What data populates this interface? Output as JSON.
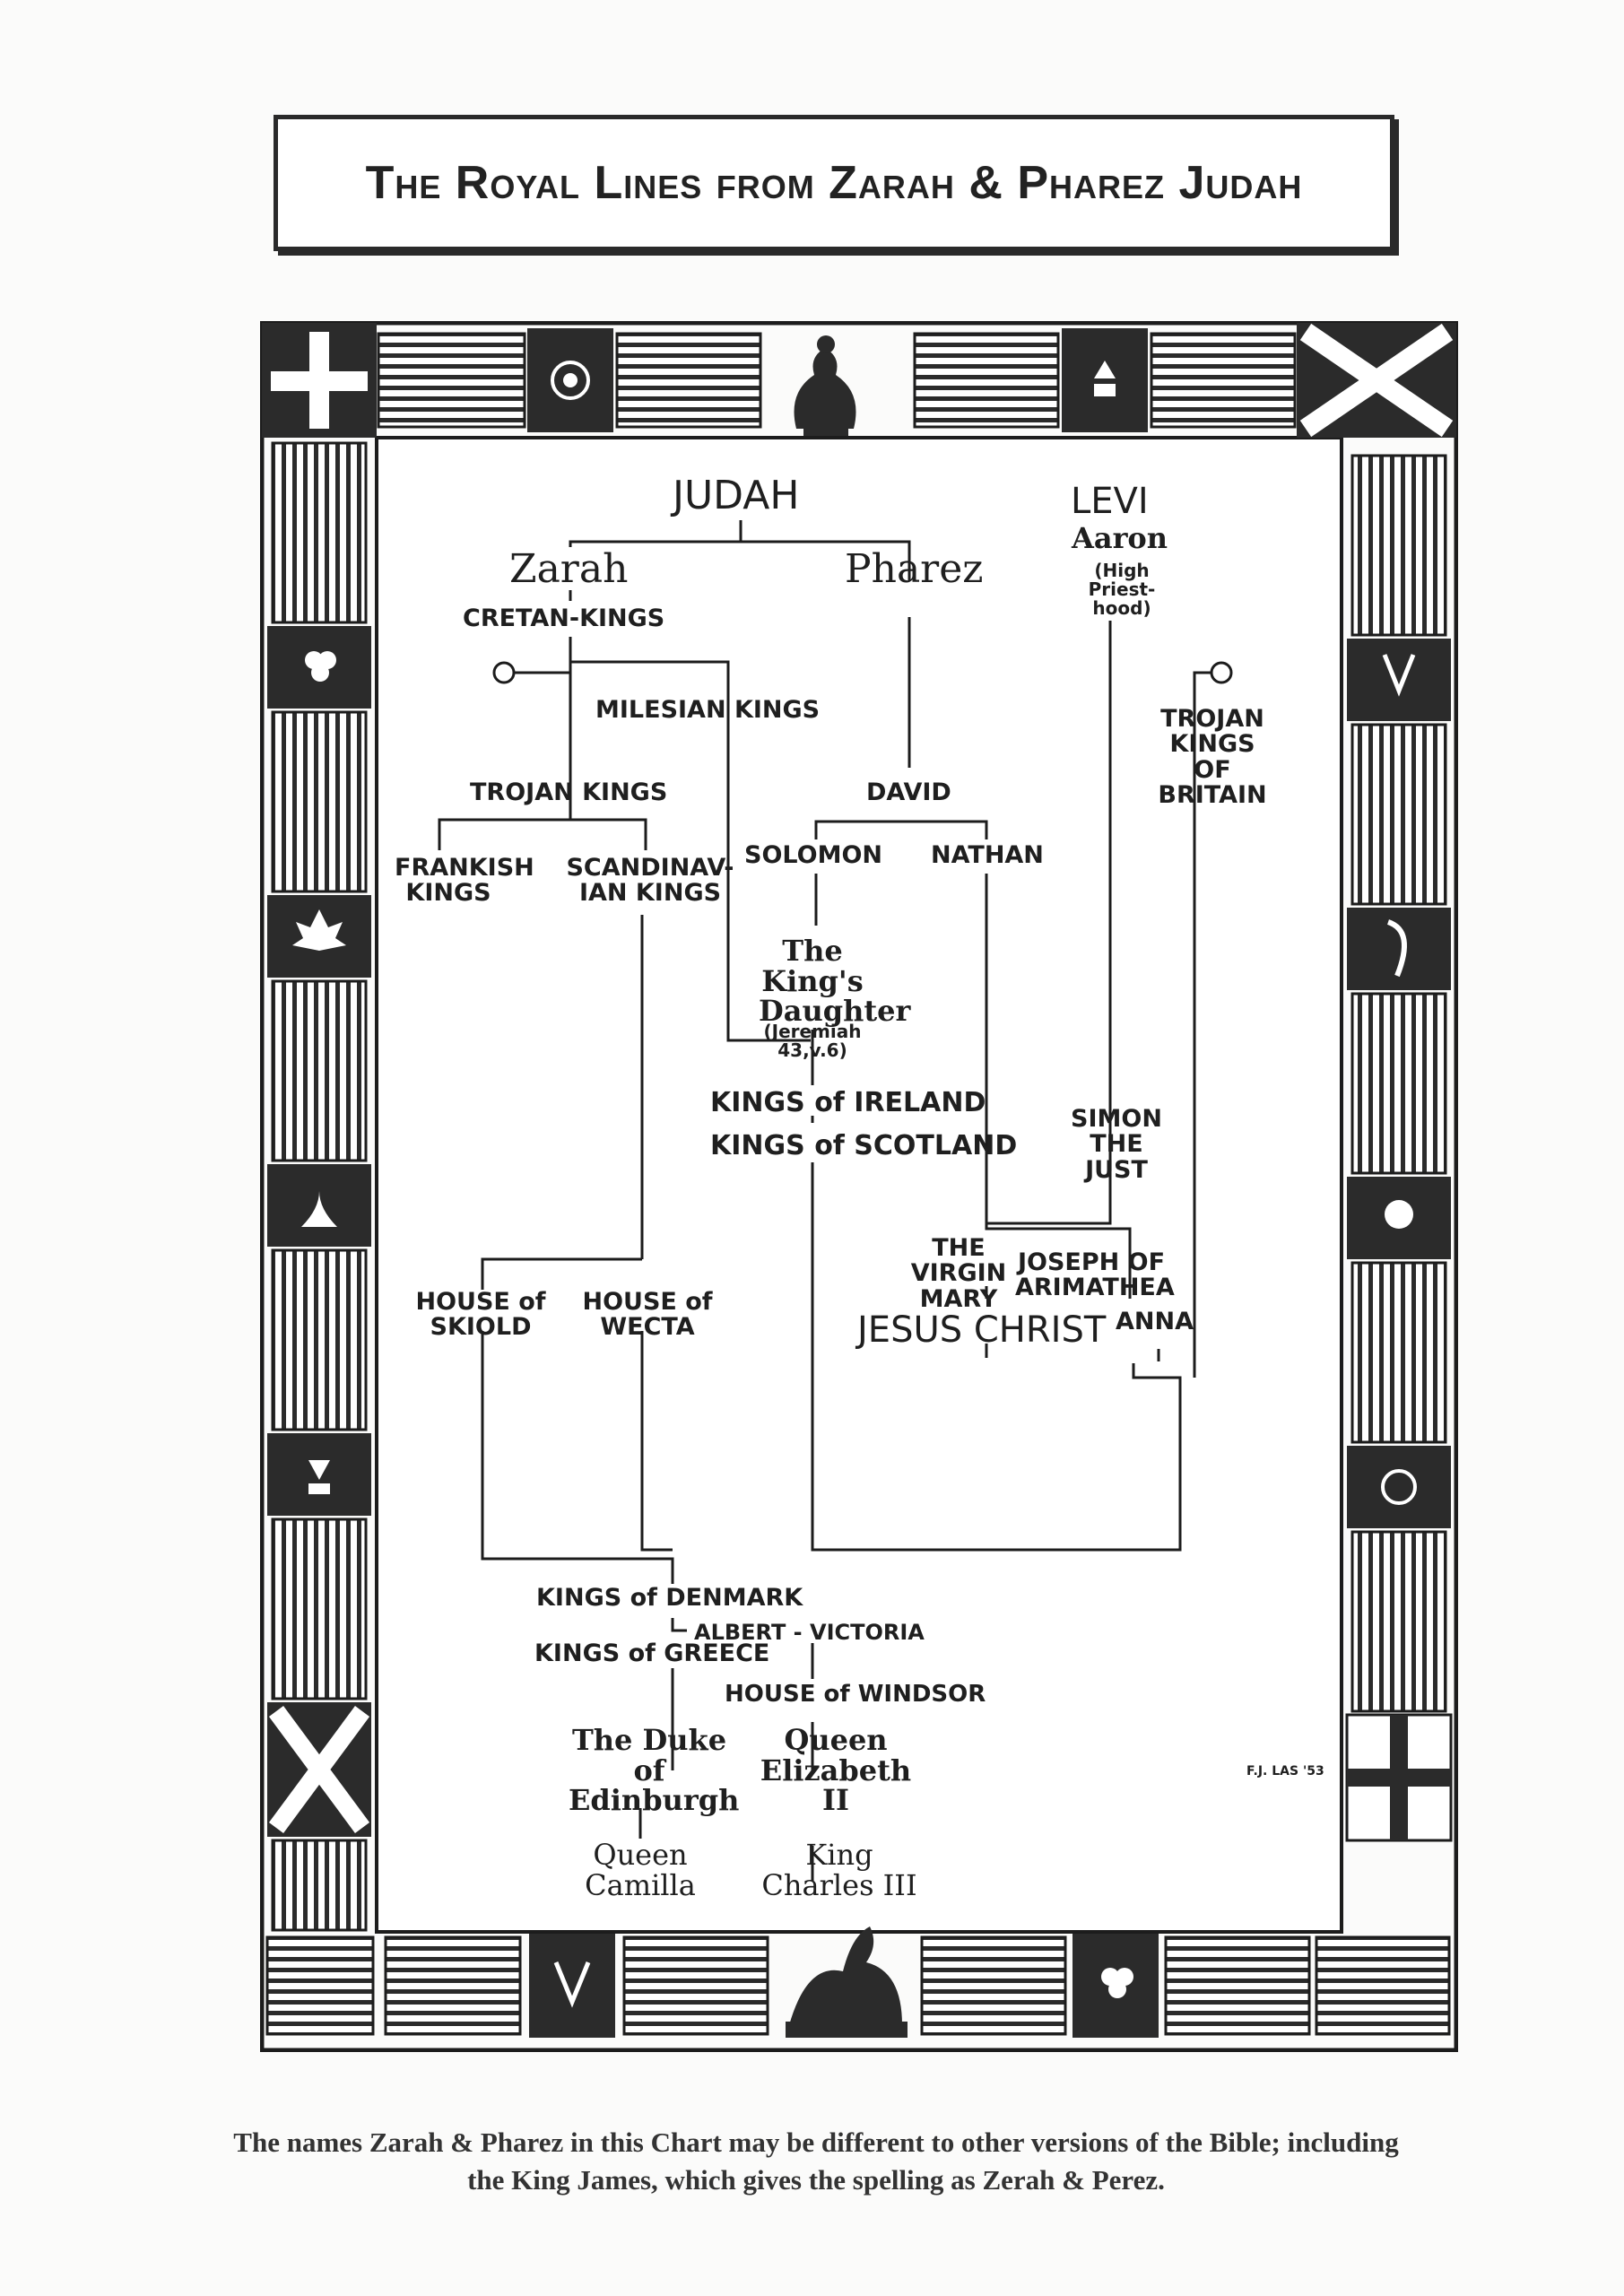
{
  "title": "The Royal Lines from Zarah & Pharez Judah",
  "nodes": {
    "judah": "JUDAH",
    "levi": "LEVI",
    "aaron": "Aaron",
    "high_priesthood": "(High Priest- hood)",
    "zarah": "Zarah",
    "pharez": "Pharez",
    "cretan_kings": "CRETAN-KINGS",
    "milesian_kings": "MILESIAN KINGS",
    "trojan_kings_of_britain": "TROJAN KINGS OF BRITAIN",
    "trojan_kings": "TROJAN KINGS",
    "david": "DAVID",
    "solomon": "SOLOMON",
    "nathan": "NATHAN",
    "frankish_kings": "FRANKISH KINGS",
    "scandinavian_kings": "SCANDINAV- IAN KINGS",
    "kings_daughter": "The King's Daughter",
    "jeremiah_ref": "(Jeremiah 43,v.6)",
    "kings_of_ireland": "KINGS of IRELAND",
    "kings_of_scotland": "KINGS of SCOTLAND",
    "simon_the_just": "SIMON THE JUST",
    "virgin_mary": "THE VIRGIN MARY",
    "joseph_of_arimathea": "JOSEPH OF ARIMATHEA",
    "anna": "ANNA",
    "jesus_christ": "JESUS CHRIST",
    "house_of_skiold": "HOUSE of SKIOLD",
    "house_of_wecta": "HOUSE of WECTA",
    "kings_of_denmark": "KINGS of DENMARK",
    "albert_victoria": "ALBERT - VICTORIA",
    "kings_of_greece": "KINGS of GREECE",
    "house_of_windsor": "HOUSE of WINDSOR",
    "duke_of_edinburgh": "The Duke of Edinburgh",
    "queen_elizabeth": "Queen Elizabeth II",
    "queen_camilla": "Queen Camilla",
    "king_charles": "King Charles III"
  },
  "artist_signature": "F.J. LAS '53",
  "caption": "The names Zarah & Pharez in this Chart may be different to other versions of the Bible; including the King James, which gives the spelling as Zerah & Perez.",
  "colors": {
    "ink": "#1c1c1c",
    "paper": "#fbfbfa",
    "panel_dark": "#2b2b2b"
  },
  "border_icons": [
    "st-andrew-cross-icon",
    "lion-crest-icon",
    "rose-icon",
    "harp-icon",
    "thistle-icon",
    "shamrock-icon",
    "fleur-de-lis-icon",
    "maple-leaf-icon",
    "st-george-cross-icon",
    "st-george-dragon-icon"
  ]
}
